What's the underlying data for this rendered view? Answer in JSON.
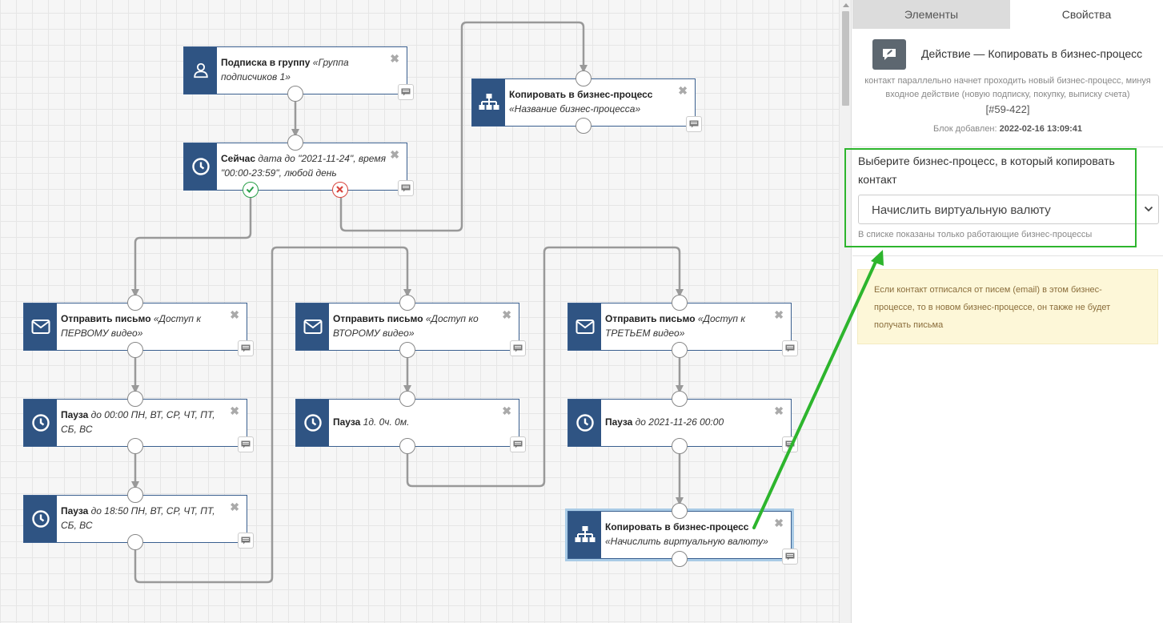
{
  "canvas": {
    "blocks": [
      {
        "id": "subscribe",
        "title": "Подписка в группу",
        "detail": "«Группа подписчиков 1»",
        "icon": "user-icon"
      },
      {
        "id": "now",
        "title": "Сейчас",
        "detail": "дата до \"2021-11-24\", время \"00:00-23:59\", любой день",
        "icon": "clock-icon"
      },
      {
        "id": "copy1",
        "title": "Копировать в бизнес-процесс",
        "detail": "«Название бизнес-процесса»",
        "icon": "sitemap-icon"
      },
      {
        "id": "mail1",
        "title": "Отправить письмо",
        "detail": "«Доступ к ПЕРВОМУ видео»",
        "icon": "envelope-icon"
      },
      {
        "id": "mail2",
        "title": "Отправить письмо",
        "detail": "«Доступ ко ВТОРОМУ видео»",
        "icon": "envelope-icon"
      },
      {
        "id": "mail3",
        "title": "Отправить письмо",
        "detail": "«Доступ к ТРЕТЬЕМ видео»",
        "icon": "envelope-icon"
      },
      {
        "id": "pause1",
        "title": "Пауза",
        "detail": "до 00:00 ПН, ВТ, СР, ЧТ, ПТ, СБ, ВС",
        "icon": "clock-icon"
      },
      {
        "id": "pause2",
        "title": "Пауза",
        "detail": "1д. 0ч. 0м.",
        "icon": "clock-icon"
      },
      {
        "id": "pause3",
        "title": "Пауза",
        "detail": "до 2021-11-26 00:00",
        "icon": "clock-icon"
      },
      {
        "id": "pause4",
        "title": "Пауза",
        "detail": "до 18:50 ПН, ВТ, СР, ЧТ, ПТ, СБ, ВС",
        "icon": "clock-icon"
      },
      {
        "id": "copy2",
        "title": "Копировать в бизнес-процесс",
        "detail": "«Начислить виртуальную валюту»",
        "icon": "sitemap-icon"
      }
    ],
    "close_glyph": "✖"
  },
  "panel": {
    "tabs": [
      {
        "label": "Элементы",
        "active": false
      },
      {
        "label": "Свойства",
        "active": true
      }
    ],
    "header_icon": "comment-edit-icon",
    "title": "Действие — Копировать в бизнес-процесс",
    "description": "контакт параллельно начнет проходить новый бизнес-процесс, минуя входное действие (новую подписку, покупку, выписку счета)",
    "block_id": "[#59-422]",
    "added_label": "Блок добавлен:",
    "added_value": "2022-02-16 13:09:41",
    "select_label": "Выберите бизнес-процесс, в который копировать контакт",
    "select_value": "Начислить виртуальную валюту",
    "select_hint": "В списке показаны только работающие бизнес-процессы",
    "alert": "Если контакт отписался от писем (email) в этом бизнес-процессе, то в новом бизнес-процессе, он также не будет получать письма"
  },
  "colors": {
    "block_icon_bg": "#2f5483",
    "connector": "#999999",
    "yes": "#2aa04a",
    "no": "#d9453d",
    "highlight": "#2db52d",
    "alert_bg": "#fdf7d8"
  }
}
